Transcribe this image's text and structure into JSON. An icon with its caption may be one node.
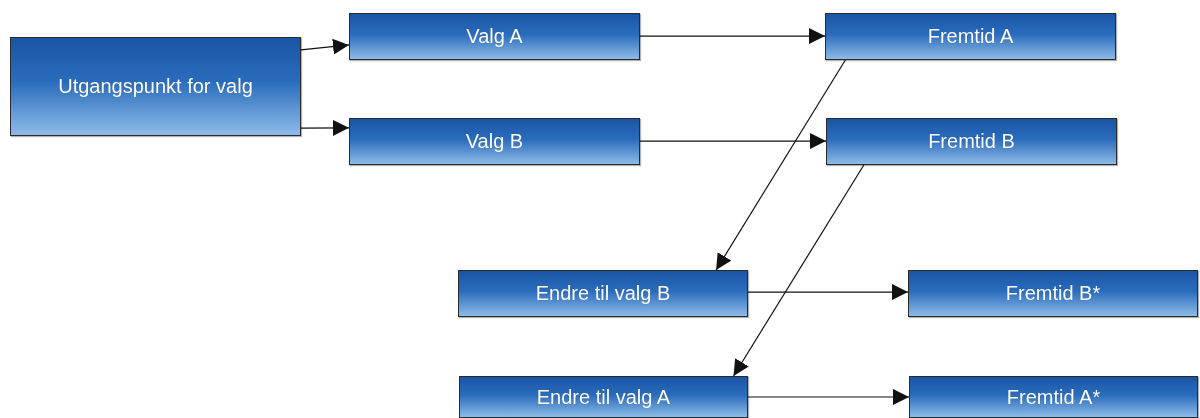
{
  "diagram": {
    "nodes": [
      {
        "text": [
          "Utgangspunkt for valg"
        ]
      },
      {
        "text": [
          "Valg A"
        ]
      },
      {
        "text": [
          "Valg B"
        ]
      },
      {
        "text": [
          "Fremtid A"
        ]
      },
      {
        "text": [
          "Fremtid B"
        ]
      },
      {
        "text": [
          "Endre til valg B"
        ]
      },
      {
        "text": [
          "Fremtid B*"
        ]
      },
      {
        "text": [
          "Endre til valg A"
        ]
      },
      {
        "text": [
          "Fremtid A*"
        ]
      }
    ],
    "edges": [
      {
        "from": 0,
        "to": 1,
        "arrow": "to"
      },
      {
        "from": 0,
        "to": 2,
        "arrow": "to"
      },
      {
        "from": 1,
        "to": 3,
        "arrow": "to"
      },
      {
        "from": 2,
        "to": 4,
        "arrow": "to"
      },
      {
        "from": 3,
        "to": 5,
        "arrow": "to"
      },
      {
        "from": 4,
        "to": 7,
        "arrow": "to"
      },
      {
        "from": 5,
        "to": 6,
        "arrow": "to"
      },
      {
        "from": 7,
        "to": 8,
        "arrow": "to"
      }
    ]
  }
}
